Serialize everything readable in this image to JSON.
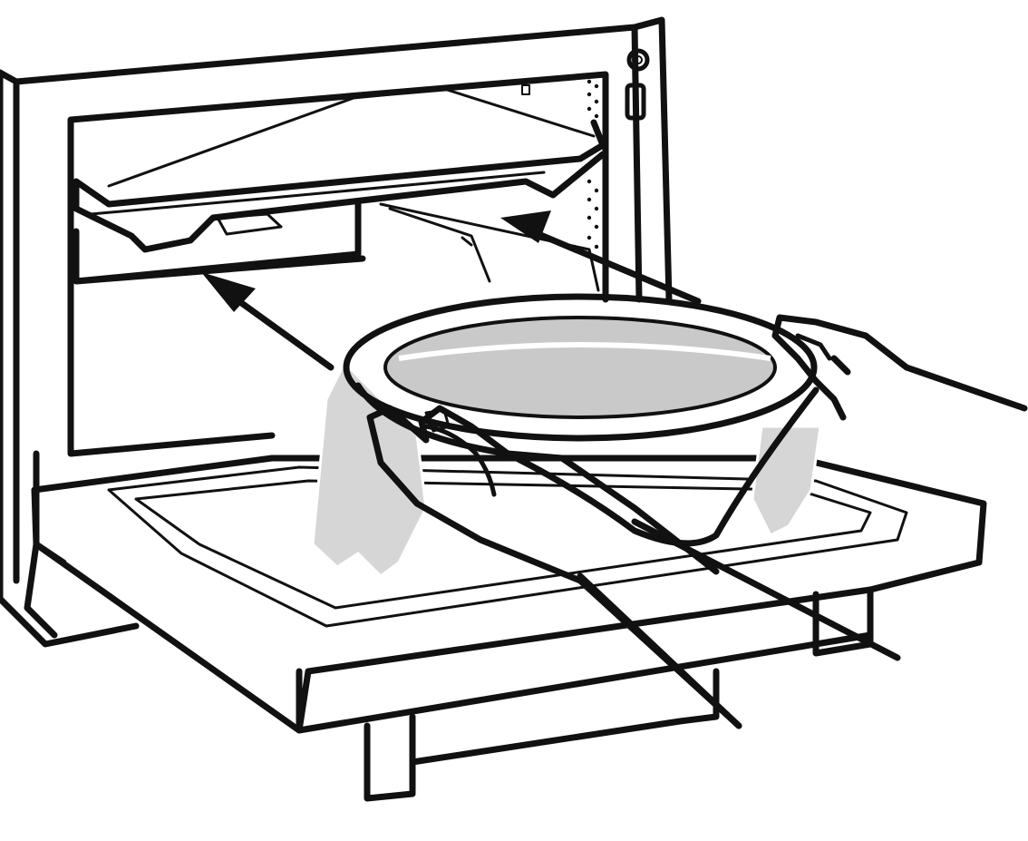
{
  "figure": {
    "description_icon": "oven-loading-diagram-icon",
    "colors": {
      "line": "#111111",
      "background": "#ffffff",
      "wrap_fill": "#d6d6d6",
      "bowl_inner_fill": "#c9c9c9"
    },
    "arrows": [
      {
        "name": "insert-arrow-lower",
        "direction": "into-oven"
      },
      {
        "name": "insert-arrow-upper",
        "direction": "into-oven"
      }
    ]
  }
}
